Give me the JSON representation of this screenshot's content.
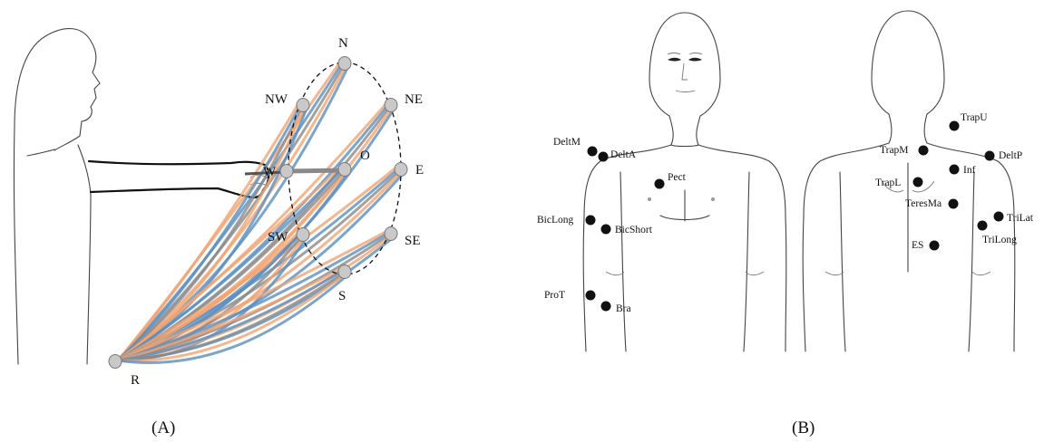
{
  "panel_a": {
    "caption": "(A)",
    "targets": [
      {
        "key": "N",
        "label": "N"
      },
      {
        "key": "NW",
        "label": "NW"
      },
      {
        "key": "NE",
        "label": "NE"
      },
      {
        "key": "W",
        "label": "W"
      },
      {
        "key": "O",
        "label": "O"
      },
      {
        "key": "E",
        "label": "E"
      },
      {
        "key": "SW",
        "label": "SW"
      },
      {
        "key": "SE",
        "label": "SE"
      },
      {
        "key": "S",
        "label": "S"
      },
      {
        "key": "R",
        "label": "R"
      }
    ],
    "trajectory_colors": [
      "#f2a470",
      "#5b8fbf",
      "#8a8a8a"
    ]
  },
  "panel_b": {
    "caption": "(B)",
    "front_muscles": [
      {
        "key": "DeltM",
        "label": "DeltM"
      },
      {
        "key": "DeltA",
        "label": "DeltA"
      },
      {
        "key": "Pect",
        "label": "Pect"
      },
      {
        "key": "BicLong",
        "label": "BicLong"
      },
      {
        "key": "BicShort",
        "label": "BicShort"
      },
      {
        "key": "ProT",
        "label": "ProT"
      },
      {
        "key": "Bra",
        "label": "Bra"
      }
    ],
    "back_muscles": [
      {
        "key": "TrapU",
        "label": "TrapU"
      },
      {
        "key": "TrapM",
        "label": "TrapM"
      },
      {
        "key": "DeltP",
        "label": "DeltP"
      },
      {
        "key": "TrapL",
        "label": "TrapL"
      },
      {
        "key": "Inf",
        "label": "Inf"
      },
      {
        "key": "TeresMa",
        "label": "TeresMa"
      },
      {
        "key": "TriLat",
        "label": "TriLat"
      },
      {
        "key": "TriLong",
        "label": "TriLong"
      },
      {
        "key": "ES",
        "label": "ES"
      }
    ],
    "electrode_color": "#111111"
  }
}
